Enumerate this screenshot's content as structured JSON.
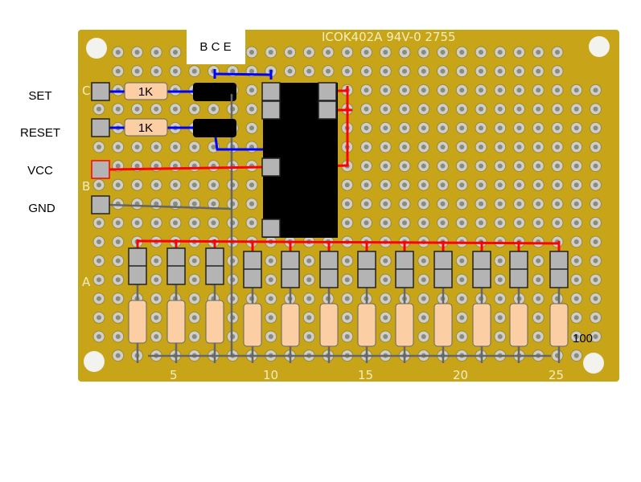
{
  "board": {
    "marking": "ICOK402A 94V-0  2755",
    "row_labels": [
      "C",
      "B",
      "A"
    ],
    "column_numbers": [
      "5",
      "10",
      "15",
      "20",
      "25"
    ]
  },
  "pins": [
    {
      "label": "SET"
    },
    {
      "label": "RESET"
    },
    {
      "label": "VCC"
    },
    {
      "label": "GND"
    }
  ],
  "resistors_input": [
    {
      "value": "1K"
    },
    {
      "value": "1K"
    }
  ],
  "transistor_pinout": "B C E",
  "led_resistor_value": "100",
  "led_channel_count": 12,
  "colors": {
    "board": "#c8a418",
    "pad": "#b4b4b4",
    "signal": "#0000ff",
    "power": "#ff0000",
    "ground": "#666666",
    "resistor": "#fbcea4"
  }
}
